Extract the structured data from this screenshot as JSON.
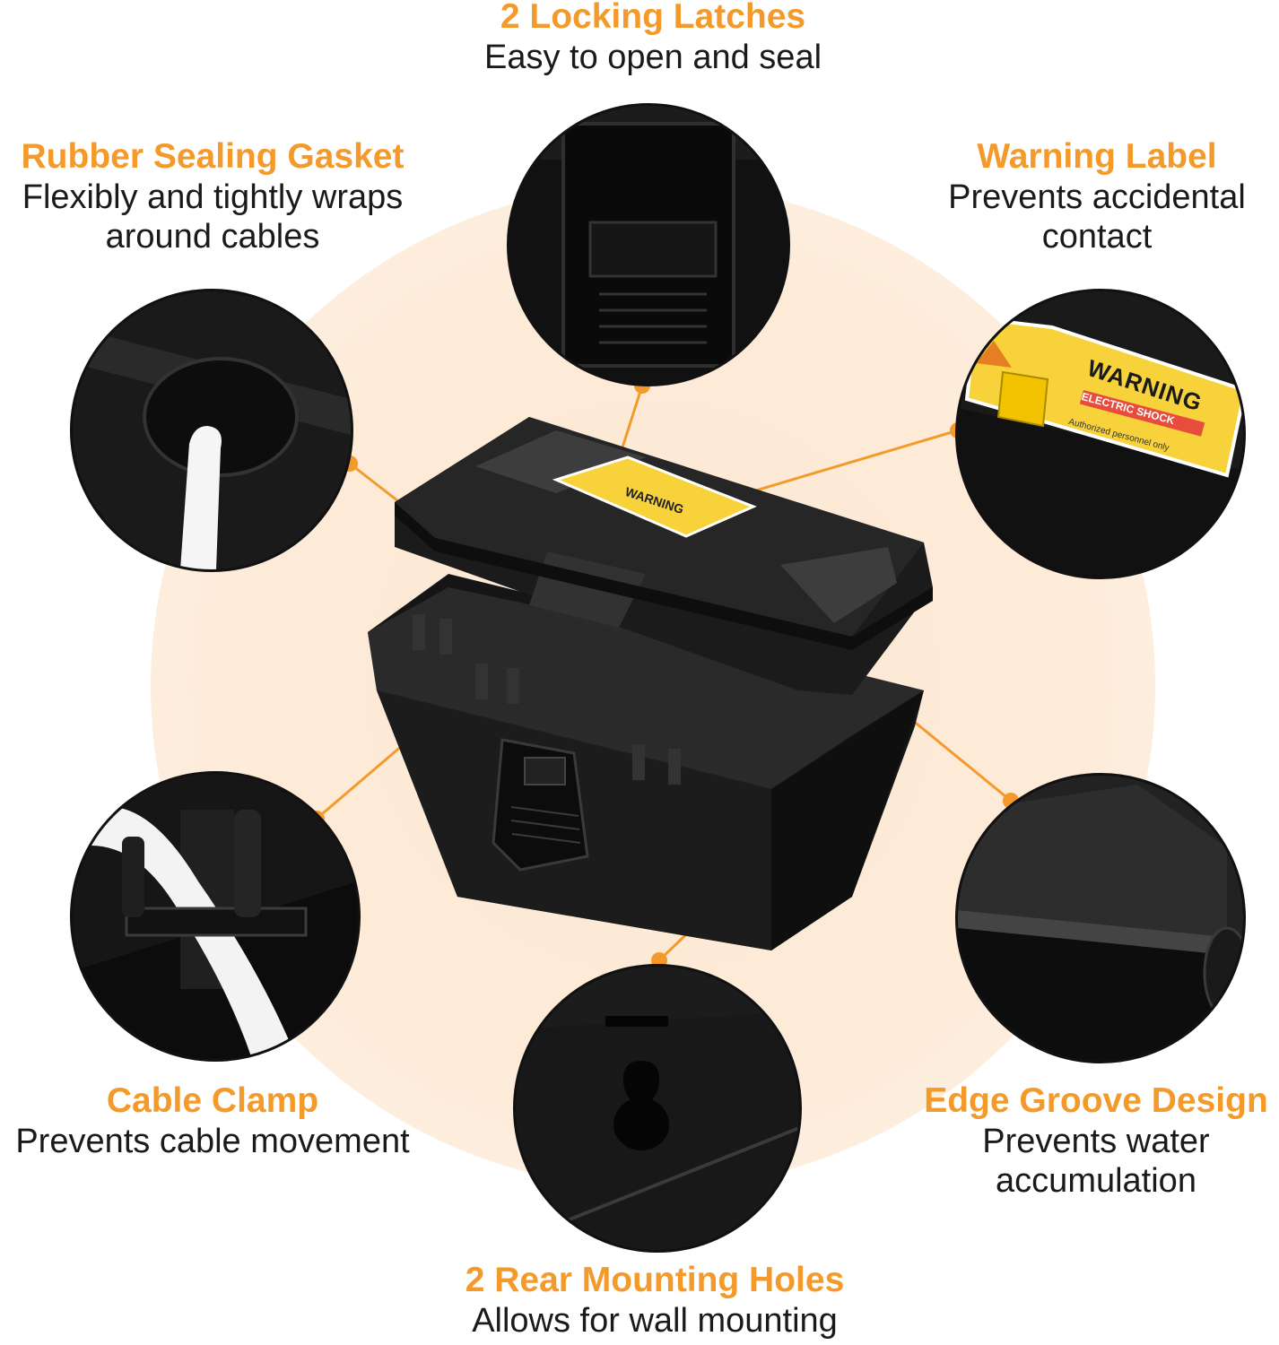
{
  "features": {
    "latches": {
      "title": "2 Locking Latches",
      "desc": "Easy to open and seal"
    },
    "gasket": {
      "title": "Rubber Sealing Gasket",
      "desc_line1": "Flexibly and tightly wraps",
      "desc_line2": "around cables"
    },
    "warning": {
      "title": "Warning Label",
      "desc_line1": "Prevents accidental",
      "desc_line2": "contact"
    },
    "clamp": {
      "title": "Cable Clamp",
      "desc": "Prevents cable movement"
    },
    "groove": {
      "title": "Edge Groove Design",
      "desc_line1": "Prevents water",
      "desc_line2": "accumulation"
    },
    "mounting": {
      "title": "2 Rear Mounting Holes",
      "desc": "Allows for wall mounting"
    }
  },
  "sticker": {
    "heading": "WARNING",
    "line1": "ELECTRIC SHOCK",
    "line2": "Authorized personnel only"
  },
  "colors": {
    "accent": "#f39a2b",
    "halo": "#fde9d3",
    "box": "#1e1e1e",
    "sticker": "#f7d23a"
  }
}
